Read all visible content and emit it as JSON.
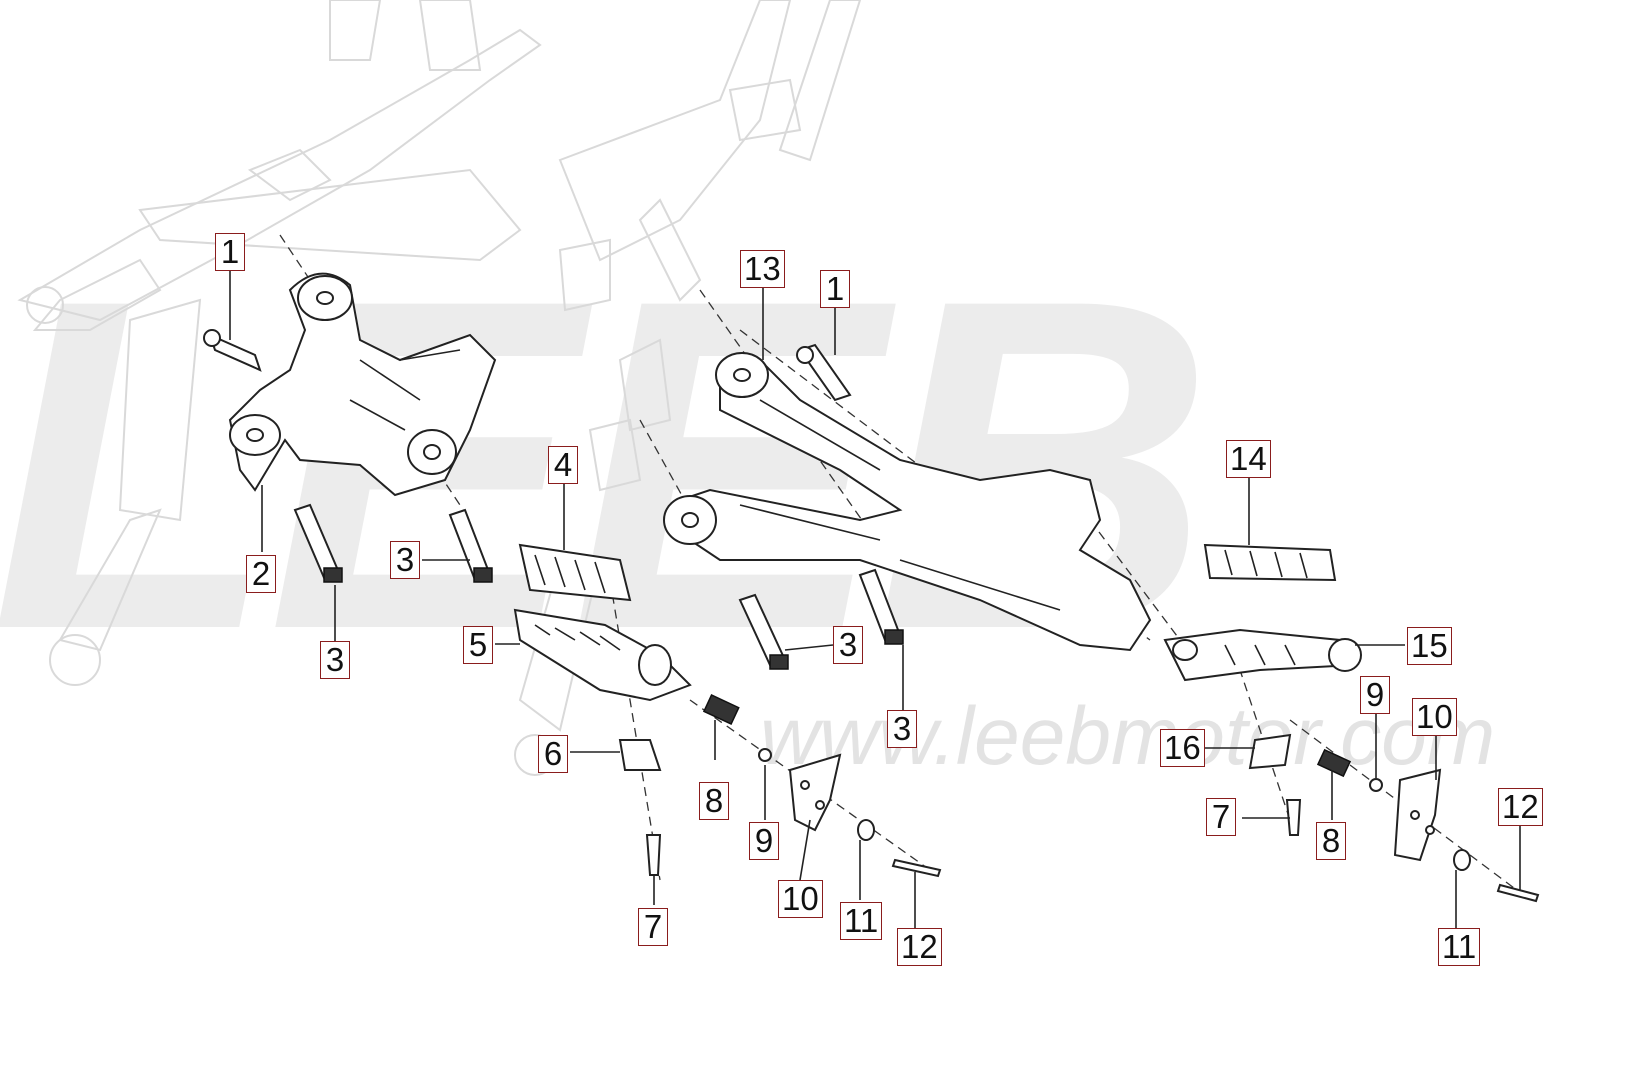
{
  "watermark": {
    "brand": "LEEB",
    "url": "www.leebmotor.com"
  },
  "callouts": [
    {
      "id": "c1a",
      "label": "1"
    },
    {
      "id": "c2",
      "label": "2"
    },
    {
      "id": "c3a",
      "label": "3"
    },
    {
      "id": "c3b",
      "label": "3"
    },
    {
      "id": "c4",
      "label": "4"
    },
    {
      "id": "c5",
      "label": "5"
    },
    {
      "id": "c6",
      "label": "6"
    },
    {
      "id": "c7a",
      "label": "7"
    },
    {
      "id": "c8a",
      "label": "8"
    },
    {
      "id": "c9a",
      "label": "9"
    },
    {
      "id": "c10a",
      "label": "10"
    },
    {
      "id": "c11a",
      "label": "11"
    },
    {
      "id": "c12a",
      "label": "12"
    },
    {
      "id": "c13",
      "label": "13"
    },
    {
      "id": "c1b",
      "label": "1"
    },
    {
      "id": "c3c",
      "label": "3"
    },
    {
      "id": "c3d",
      "label": "3"
    },
    {
      "id": "c14",
      "label": "14"
    },
    {
      "id": "c15",
      "label": "15"
    },
    {
      "id": "c9b",
      "label": "9"
    },
    {
      "id": "c10b",
      "label": "10"
    },
    {
      "id": "c16",
      "label": "16"
    },
    {
      "id": "c7b",
      "label": "7"
    },
    {
      "id": "c8b",
      "label": "8"
    },
    {
      "id": "c12b",
      "label": "12"
    },
    {
      "id": "c11b",
      "label": "11"
    }
  ]
}
